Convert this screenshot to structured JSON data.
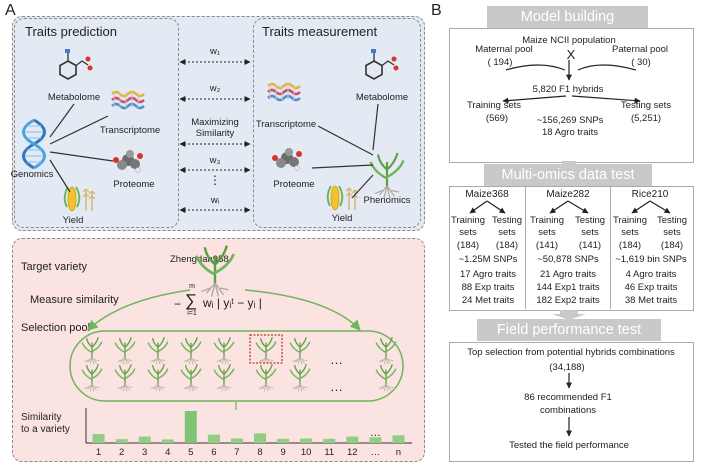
{
  "panel_a": {
    "label": "A",
    "prediction": {
      "title": "Traits prediction",
      "nodes": [
        "Metabolome",
        "Transcriptome",
        "Genomics",
        "Proteome",
        "Yield"
      ]
    },
    "measurement": {
      "title": "Traits measurement",
      "nodes": [
        "Metabolome",
        "Transcriptome",
        "Proteome",
        "Phenomics",
        "Yield"
      ]
    },
    "weights": [
      "w₁",
      "w₂",
      "w₃",
      "wᵢ"
    ],
    "maximizing": [
      "Maximizing",
      "Similarity"
    ],
    "ellipsis_vertical": "⋮",
    "selection": {
      "target_variety": "Target variety",
      "variety_name": "Zhengdan958",
      "measure_similarity": "Measure similarity",
      "formula": {
        "minus": "−",
        "sum": "∑",
        "upper": "m",
        "lower": "i=1",
        "body": "wᵢ | yᵢᵗ − yᵢ |"
      },
      "selection_pool": "Selection pool",
      "pool_ellipsis": "…",
      "similarity_label": [
        "Similarity",
        "to a variety"
      ]
    }
  },
  "chart_data": {
    "type": "bar",
    "categories": [
      "1",
      "2",
      "3",
      "4",
      "5",
      "6",
      "7",
      "8",
      "9",
      "10",
      "11",
      "12",
      "…",
      "n"
    ],
    "values": [
      0.28,
      0.12,
      0.2,
      0.11,
      1.0,
      0.26,
      0.14,
      0.3,
      0.13,
      0.14,
      0.13,
      0.2,
      0.18,
      0.24
    ],
    "highlight_index": 4,
    "bar_color": "#8fce83",
    "highlight_color": "#7fc473",
    "ellipsis": "…"
  },
  "panel_b": {
    "label": "B",
    "model_building": {
      "header": "Model building",
      "population": "Maize NCII population",
      "maternal": "Maternal pool",
      "maternal_n": "( 194)",
      "paternal": "Paternal pool",
      "paternal_n": "( 30)",
      "cross": "X",
      "hybrids": "5,820 F1 hybrids",
      "training": "Training sets",
      "training_n": "(569)",
      "testing": "Testing sets",
      "testing_n": "(5,251)",
      "snps": "~156,269 SNPs",
      "traits": "18 Agro traits"
    },
    "multi_omics": {
      "header": "Multi-omics data test",
      "columns": [
        {
          "name": "Maize368",
          "train": [
            "Training",
            "sets",
            "(184)"
          ],
          "test": [
            "Testing",
            "sets",
            "(184)"
          ],
          "lines": [
            "~1.25M SNPs",
            "17 Agro traits",
            "88 Exp traits",
            "24 Met traits"
          ]
        },
        {
          "name": "Maize282",
          "train": [
            "Training",
            "sets",
            "(141)"
          ],
          "test": [
            "Testing",
            "sets",
            "(141)"
          ],
          "lines": [
            "~50,878 SNPs",
            "21 Agro traits",
            "144 Exp1 traits",
            "182 Exp2 traits"
          ]
        },
        {
          "name": "Rice210",
          "train": [
            "Training",
            "sets",
            "(184)"
          ],
          "test": [
            "Testing",
            "sets",
            "(184)"
          ],
          "lines": [
            "~1,619 bin SNPs",
            "4 Agro traits",
            "46 Exp traits",
            "38 Met traits"
          ]
        }
      ]
    },
    "field": {
      "header": "Field performance test",
      "line1": "Top selection from potential hybrids combinations",
      "line2": "(34,188)",
      "line3": "86 recommended F1",
      "line4": "combinations",
      "line5": "Tested the field performance"
    }
  },
  "colors": {
    "top_panel_bg": "#e3eaf3",
    "bottom_panel_bg": "#fae3e1",
    "header_bg": "#c9c9c9",
    "border": "#8a8a8a",
    "green": "#6fb55b",
    "highlight_box": "#c0392b"
  }
}
